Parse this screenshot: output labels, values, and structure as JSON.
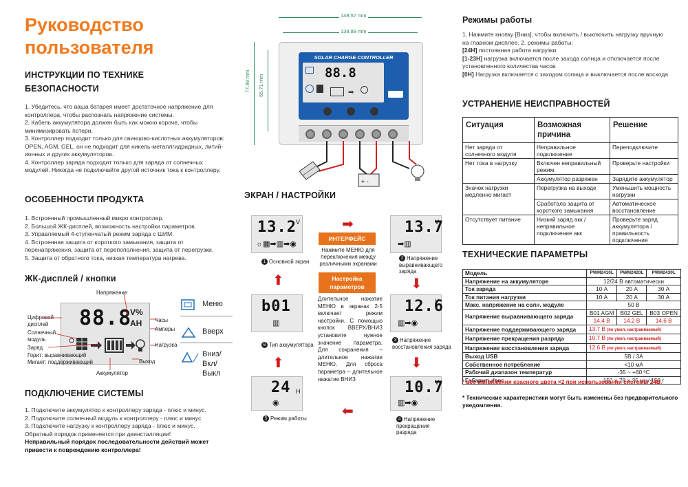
{
  "title": "Руководство пользователя",
  "safety": {
    "heading": "ИНСТРУКЦИИ ПО ТЕХНИКЕ БЕЗОПАСНОСТИ",
    "items": [
      "1. Убедитесь, что ваша батарея имеет достаточное напряжение для контроллера, чтобы распознать напряжение системы.",
      "2. Кабель аккумулятора должен быть как можно короче, чтобы минимизировать потери.",
      "3. Контроллер подходит только для свинцово-кислотных аккумуляторов: OPEN, AGM, GEL, он не подходит для никель-металлгидридных, литий-ионных и других аккумуляторов.",
      "4. Контроллер заряда подходит только для заряда от солнечных модулей. Никогда не подключайте другой источник тока к контроллеру."
    ]
  },
  "features": {
    "heading": "ОСОБЕННОСТИ ПРОДУКТА",
    "items": [
      "1. Встроенный промышленный микро контроллер.",
      "2. Большой ЖК-дисплей, возможность настройки параметров.",
      "3. Управляемый 4-ступенчатый режим заряда с ШИМ.",
      "4. Встроенная защита от короткого замыкания, защита от перенапряжения, защита от перепополнения, защита от перегрузки.",
      "5. Защита от обратного тока, низкая температура нагрева."
    ]
  },
  "lcd_section": {
    "heading": "ЖК-дисплей / кнопки",
    "display_value": "88.8",
    "unit_top": "V%",
    "unit_bottom": "AH",
    "labels": {
      "voltage": "Напряжение",
      "digital": "Цифровой дисплей",
      "solar": "Солнечный модуль",
      "charge": "Заряд",
      "charge_states": "Горит: выравнивающий\nМигает: поддерживающий",
      "battery": "Аккумулятор",
      "hours": "Часы",
      "amperes": "Амперы",
      "load": "Нагрузка",
      "output": "Выход"
    },
    "buttons": {
      "menu": "Меню",
      "up": "Вверх",
      "down": "Вниз/\nВкл/Выкл"
    }
  },
  "connection": {
    "heading": "ПОДКЛЮЧЕНИЕ СИСТЕМЫ",
    "items": [
      "1. Подключите аккумулятор к контроллеру заряда - плюс и минус.",
      "2. Подключите солнечный модуль к контроллеру - плюс и минус.",
      "3. Подключите нагрузку к контроллеру заряда - плюс и минус.",
      "Обратный порядок применяется при деинсталляции!"
    ],
    "warning": "Неправильный порядок последовательности действий может привести к повреждению контроллера!"
  },
  "device": {
    "label": "SOLAR CHARGE CONTROLLER",
    "width_outer": "148.57 mm",
    "width_inner": "139.89 mm",
    "height_outer": "77.99 mm",
    "height_inner": "55.71 mm",
    "display_value": "88.8"
  },
  "screens": {
    "heading": "ЭКРАН / НАСТРОЙКИ",
    "interface_label": "ИНТЕРФЕЙС",
    "interface_text": "Нажмите МЕНЮ для переключения между различными экранами",
    "settings_label": "Настройка параметров",
    "settings_text": "Длительное нажатие МЕНЮ в экранах 2-5 включает режим настройки. С помощью кнопок ВВЕРХ/ВНИЗ установите нужное значение параметра. Для сохранения – длительное нажатие МЕНЮ. Для сброса параметра – длительное нажатие ВНИЗ",
    "items": [
      {
        "num": "1",
        "value": "13.2",
        "unit": "V",
        "caption": "Основной экран"
      },
      {
        "num": "2",
        "value": "13.7",
        "unit": "V",
        "caption": "Напряжение выравнивающего заряда"
      },
      {
        "num": "3",
        "value": "12.6",
        "unit": "V",
        "caption": "Напряжение восстановления заряда"
      },
      {
        "num": "4",
        "value": "10.7",
        "unit": "V",
        "caption": "Напряжение прекращения разряда"
      },
      {
        "num": "5",
        "value": "24",
        "unit": "H",
        "caption": "Режим работы"
      },
      {
        "num": "6",
        "value": "b01",
        "unit": "",
        "caption": "Тип аккумулятора"
      }
    ]
  },
  "modes": {
    "heading": "Режимы работы",
    "intro": "1. Нажмите кнопку [Вниз], чтобы включить / выключить нагрузку вручную на главном дисплее. 2. режимы работы:",
    "items": [
      {
        "code": "[24H]",
        "text": "постоянная работа нагрузки"
      },
      {
        "code": "[1-23H]",
        "text": "нагрузка включается после захода солнца и отключается после установленного количества часов"
      },
      {
        "code": "[0H]",
        "text": "Нагрузка включается с заходом солнца и выключается после восхода"
      }
    ]
  },
  "troubleshooting": {
    "heading": "УСТРАНЕНИЕ НЕИСПРАВНОСТЕЙ",
    "columns": [
      "Ситуация",
      "Возможная причина",
      "Решение"
    ],
    "rows": [
      {
        "situation": "Нет заряда от солнечного модуля",
        "causes": [
          "Неправильное подключение"
        ],
        "solutions": [
          "Переподключите"
        ]
      },
      {
        "situation": "Нет тока в нагрузку",
        "causes": [
          "Включен неправильный режим",
          "Аккумулятор разряжен"
        ],
        "solutions": [
          "Проверьте настройки",
          "Зарядите аккумулятор"
        ]
      },
      {
        "situation": "Значок нагрузки медленно мигает",
        "causes": [
          "Перегрузка на выходе",
          "Сработала защита от короткого замыкания"
        ],
        "solutions": [
          "Уменьшить мощность нагрузки",
          "Автоматическое восстановление"
        ]
      },
      {
        "situation": "Отсутствует питание",
        "causes": [
          "Низкий заряд акк / неправильное подключение акк"
        ],
        "solutions": [
          "Проверьте заряд аккумулятора / правильность подключения"
        ]
      }
    ]
  },
  "specs": {
    "heading": "ТЕХНИЧЕСКИЕ ПАРАМЕТРЫ",
    "model_label": "Модель",
    "models": [
      "PWM2410L",
      "PWM2420L",
      "PWM2430L"
    ],
    "rows": [
      {
        "label": "Напряжение на аккумуляторе",
        "span": "12/24 В автоматически"
      },
      {
        "label": "Ток заряда",
        "values": [
          "10 А",
          "20 А",
          "30 А"
        ]
      },
      {
        "label": "Ток питания нагрузки",
        "values": [
          "10 А",
          "20 А",
          "30 А"
        ]
      },
      {
        "label": "Макс. напряжение на солн. модуле",
        "span": "50 В"
      }
    ],
    "equalize": {
      "label": "Напряжение выравнивающего заряда",
      "types": [
        "B01 AGM",
        "B02 GEL",
        "B03 OPEN"
      ],
      "values": [
        "14.4 В",
        "14.2 В",
        "14.6 В"
      ]
    },
    "red_rows": [
      {
        "label": "Напряжение поддерживающего заряда",
        "value": "13.7 В",
        "note": "(по умол, настраиваемый)"
      },
      {
        "label": "Напряжение прекращения разряда",
        "value": "10.7 В",
        "note": "(по умол, настраиваемый)"
      },
      {
        "label": "Напряжение восстановления заряда",
        "value": "12.6 В",
        "note": "(по умол, настраиваемый)"
      }
    ],
    "tail_rows": [
      {
        "label": "Выход USB",
        "span": "5В / 3А"
      },
      {
        "label": "Собственное потребление",
        "span": "<10 мА"
      },
      {
        "label": "Рабочий диапазон температур",
        "span": "-35 ~ +60 ºС"
      },
      {
        "label": "Габариты/вес",
        "span": "150 × 78 × 35 мм/ 150 г"
      }
    ],
    "note_red": "* все напряжения красного цвета ×2 при использовании системы 24В.",
    "note_black": "* Технические характеристики могут быть изменены без предварительного уведомления."
  }
}
